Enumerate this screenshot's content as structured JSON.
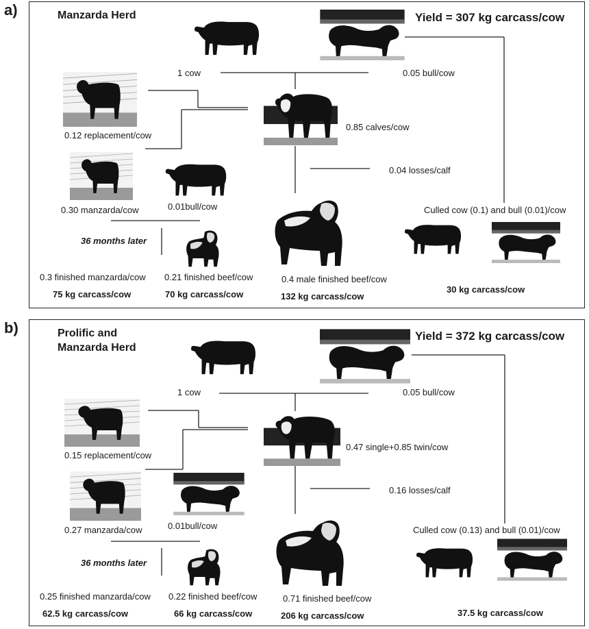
{
  "panel_a": {
    "letter": "a)",
    "title": "Manzarda Herd",
    "yield": "Yield = 307 kg carcass/cow",
    "labels": {
      "cow": "1 cow",
      "bull": "0.05 bull/cow",
      "replacement": "0.12 replacement/cow",
      "calves": "0.85 calves/cow",
      "losses": "0.04 losses/calf",
      "manzarda": "0.30 manzarda/cow",
      "bull_small": "0.01bull/cow",
      "culled": "Culled cow (0.1) and bull (0.01)/cow",
      "months_later": "36 months later",
      "finished_manzarda": "0.3 finished manzarda/cow",
      "finished_beef": "0.21 finished beef/cow",
      "male_finished": "0.4 male finished beef/cow"
    },
    "carcass": {
      "manzarda": "75 kg carcass/cow",
      "beef": "70 kg carcass/cow",
      "male": "132 kg carcass/cow",
      "culled": "30 kg carcass/cow"
    }
  },
  "panel_b": {
    "letter": "b)",
    "title_line1": "Prolific and",
    "title_line2": "Manzarda Herd",
    "yield": "Yield = 372 kg carcass/cow",
    "labels": {
      "cow": "1 cow",
      "bull": "0.05 bull/cow",
      "replacement": "0.15 replacement/cow",
      "calves": "0.47 single+0.85 twin/cow",
      "losses": "0.16 losses/calf",
      "manzarda": "0.27 manzarda/cow",
      "bull_small": "0.01bull/cow",
      "culled": "Culled cow (0.13) and bull (0.01)/cow",
      "months_later": "36 months later",
      "finished_manzarda": "0.25 finished manzarda/cow",
      "finished_beef": "0.22 finished beef/cow",
      "finished_beef_large": "0.71 finished beef/cow"
    },
    "carcass": {
      "manzarda": "62.5 kg carcass/cow",
      "beef": "66 kg carcass/cow",
      "large": "206 kg carcass/cow",
      "culled": "37.5 kg carcass/cow"
    }
  }
}
